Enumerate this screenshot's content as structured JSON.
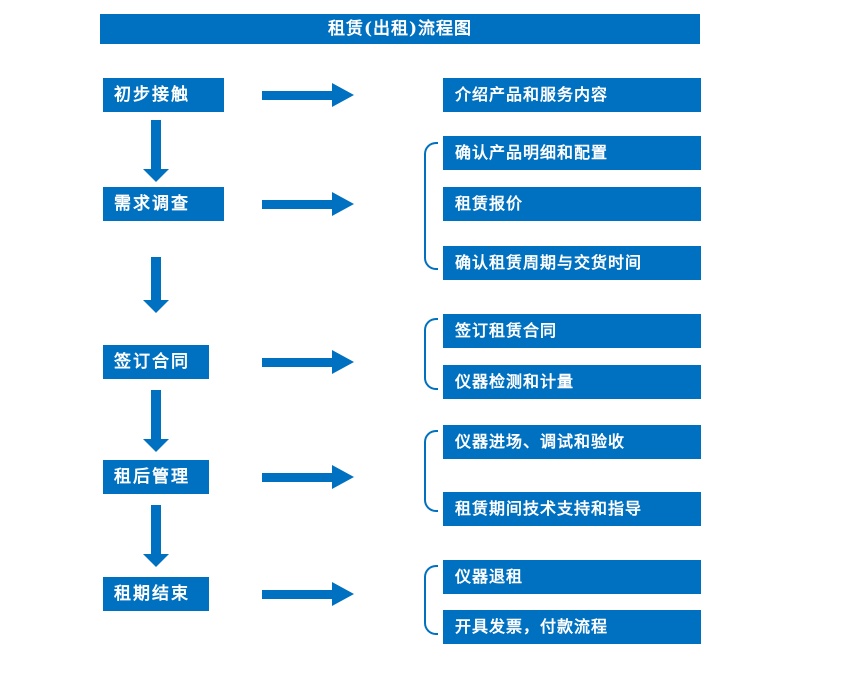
{
  "title": "租赁(出租)流程图",
  "colors": {
    "accent": "#0070C0"
  },
  "steps": [
    {
      "label": "初步接触",
      "details": [
        "介绍产品和服务内容"
      ]
    },
    {
      "label": "需求调查",
      "details": [
        "确认产品明细和配置",
        "租赁报价",
        "确认租赁周期与交货时间"
      ]
    },
    {
      "label": "签订合同",
      "details": [
        "签订租赁合同",
        "仪器检测和计量"
      ]
    },
    {
      "label": "租后管理",
      "details": [
        "仪器进场、调试和验收",
        "租赁期间技术支持和指导"
      ]
    },
    {
      "label": "租期结束",
      "details": [
        "仪器退租",
        "开具发票，付款流程"
      ]
    }
  ]
}
